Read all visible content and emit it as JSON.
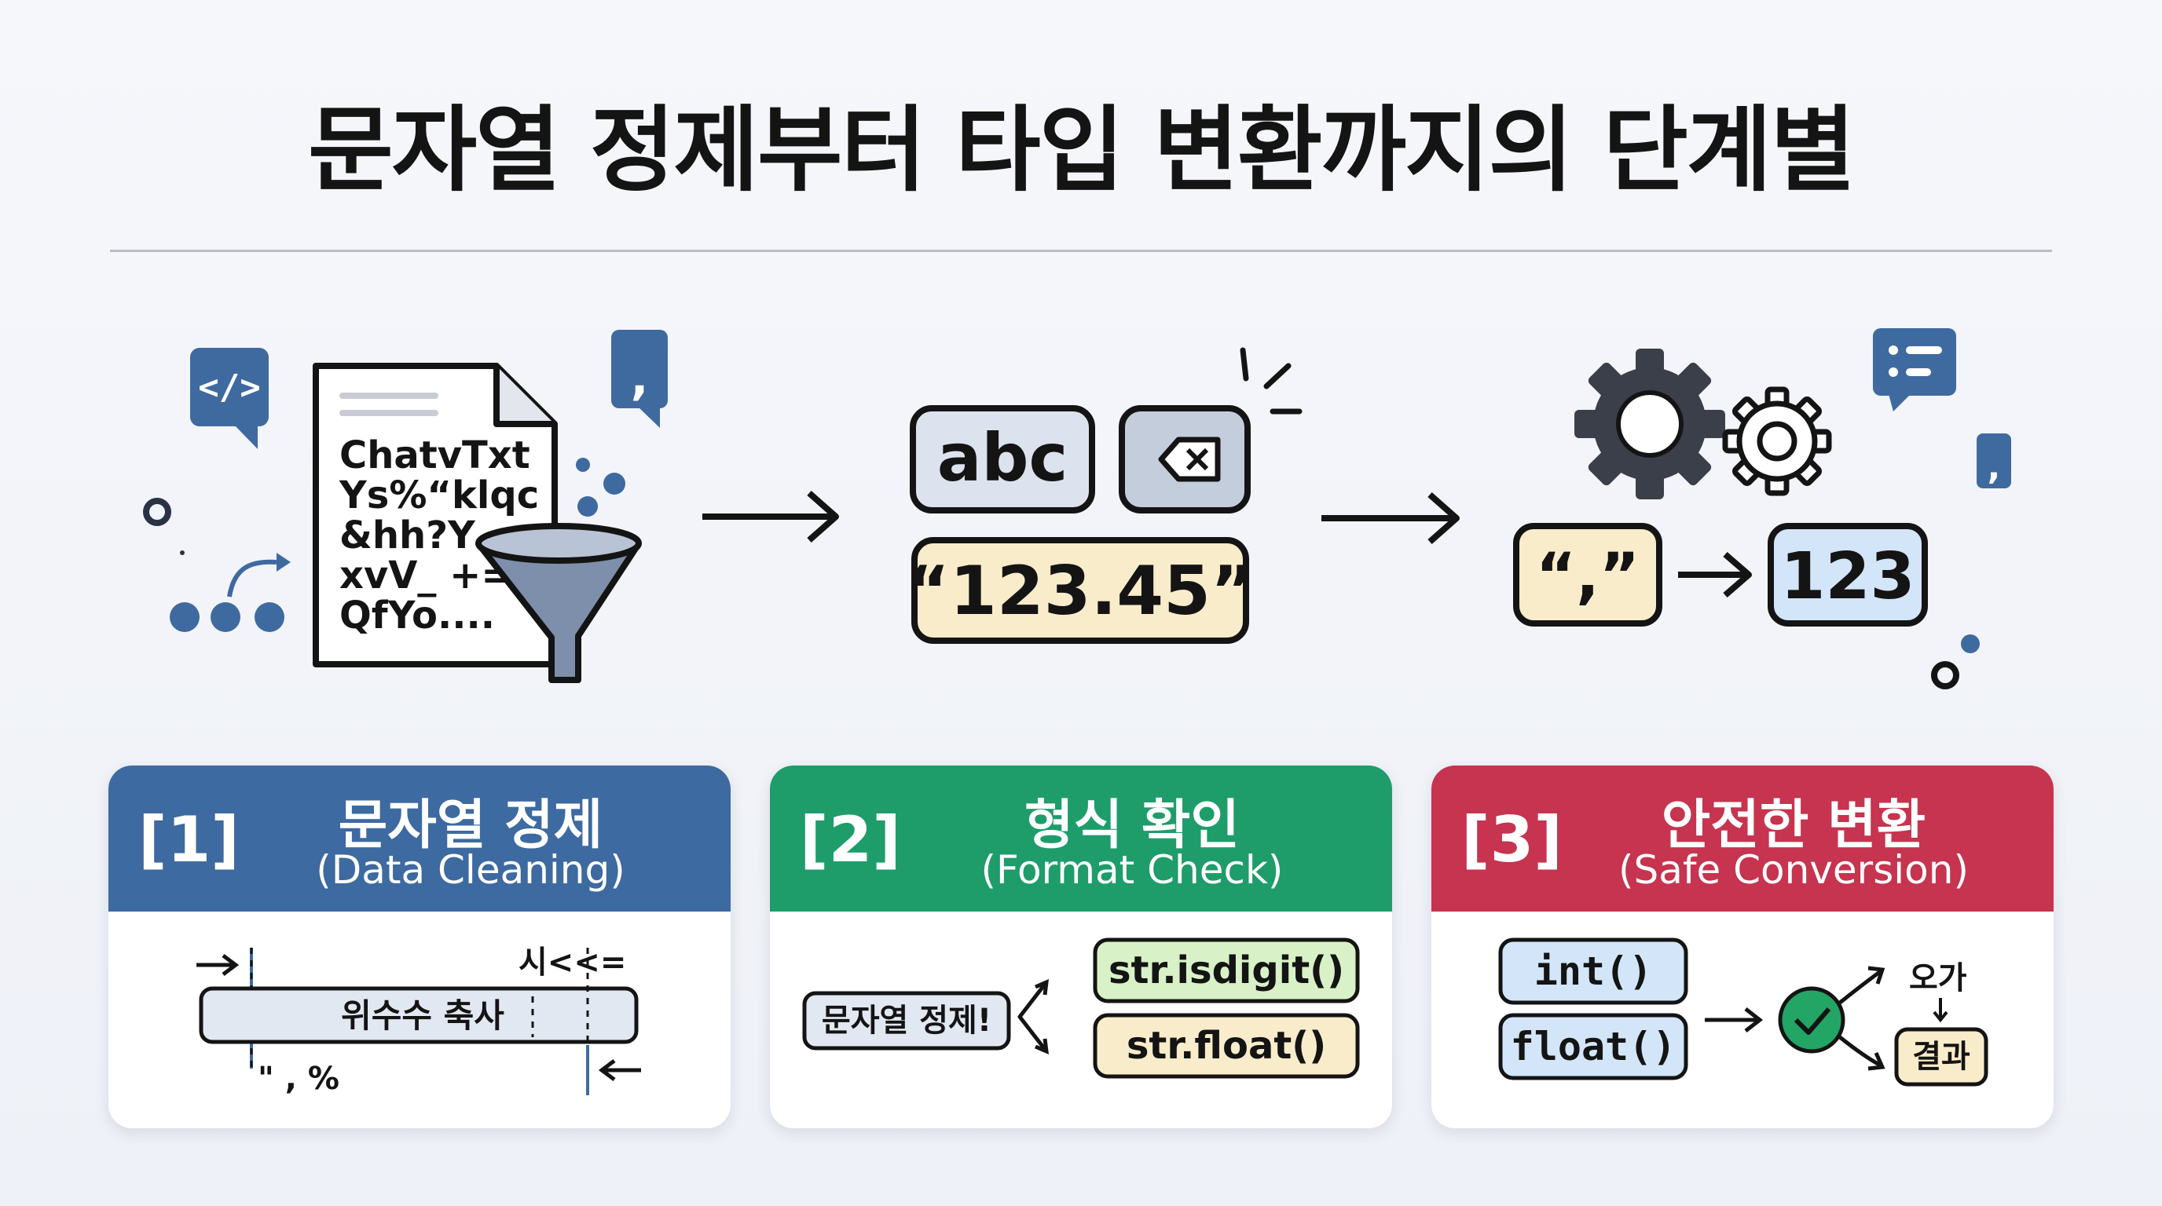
{
  "title": "문자열 정제부터 타입 변환까지의 단계별",
  "illustration": {
    "document_lines": [
      "ChatvTxt",
      "Ys%“klqc",
      "&hh?Y",
      "xvV_ +=",
      "QfYo...."
    ],
    "code_bubble": "</>",
    "comma_bubble": ",",
    "abc_label": "abc",
    "number_string": "“123.45”",
    "comma_string": "“,”",
    "result_number": "123"
  },
  "steps": [
    {
      "num": "[1]",
      "title": "문자열 정제",
      "subtitle": "(Data Cleaning)",
      "body": {
        "bar_label": "위수수 축사",
        "top_label": "시<<=",
        "bottom_label": "\" , %"
      }
    },
    {
      "num": "[2]",
      "title": "형식 확인",
      "subtitle": "(Format Check)",
      "body": {
        "input_label": "문자열 정제!",
        "option_1": "str.isdigit()",
        "option_2": "str.float()"
      }
    },
    {
      "num": "[3]",
      "title": "안전한 변환",
      "subtitle": "(Safe Conversion)",
      "body": {
        "fn_1": "int()",
        "fn_2": "float()",
        "error_label": "오가",
        "result_label": "결과"
      }
    }
  ],
  "colors": {
    "step1": "#3d6aa0",
    "step2": "#1e9d6b",
    "step3": "#c6344f",
    "bubble": "#3f6aa0",
    "cream": "#f8ecca",
    "light_blue": "#d3e5f8",
    "green_box": "#d9f1c7",
    "check": "#22a565"
  }
}
